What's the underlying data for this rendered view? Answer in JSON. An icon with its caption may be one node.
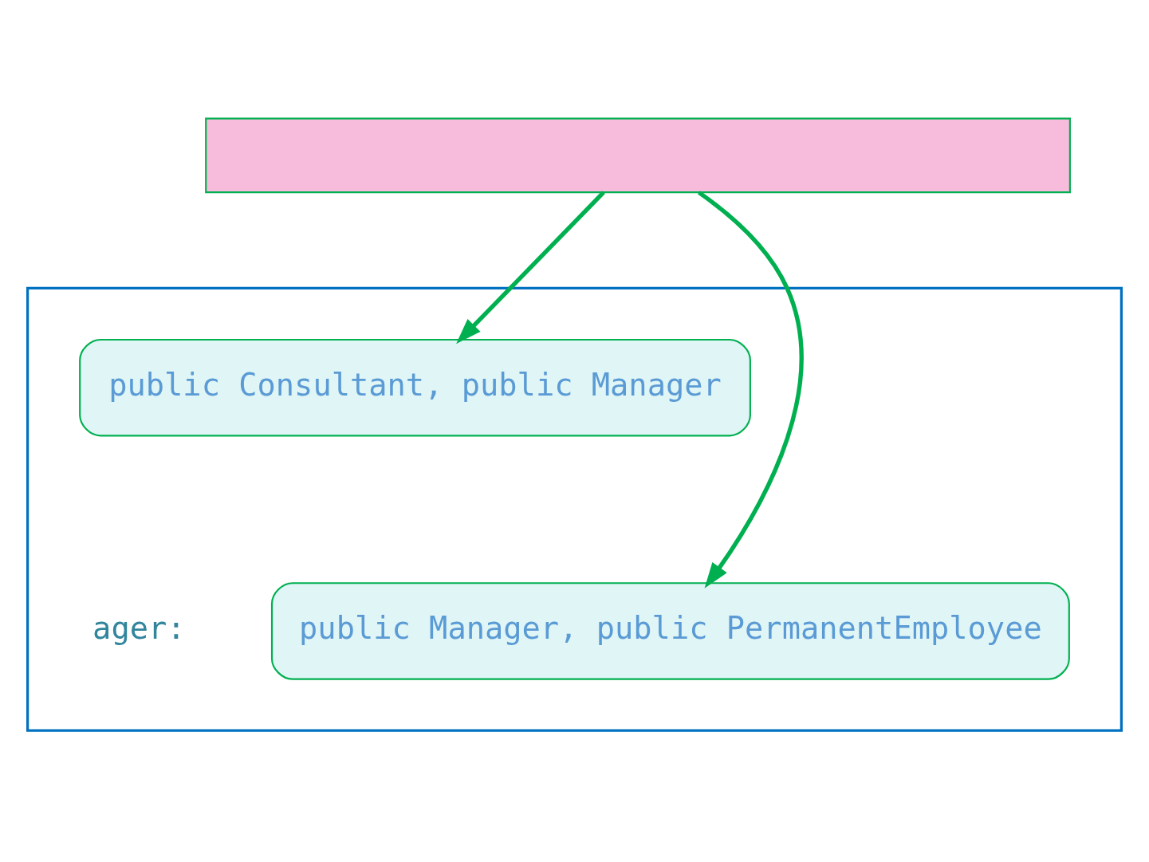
{
  "diagram": {
    "nodes": [
      {
        "text": [],
        "shape": "box"
      },
      {
        "text": [],
        "shape": "box"
      },
      {
        "text": [
          "public Consultant, public Manager"
        ],
        "in": 1
      },
      {
        "text": [
          "public Manager, public PermanentEmployee"
        ],
        "in": 1
      }
    ],
    "edges": [
      {
        "from": 0,
        "to": 2,
        "arrow": "to"
      },
      {
        "from": 0,
        "to": 3,
        "arrow": "to"
      }
    ],
    "labels": [
      "ager:"
    ]
  }
}
